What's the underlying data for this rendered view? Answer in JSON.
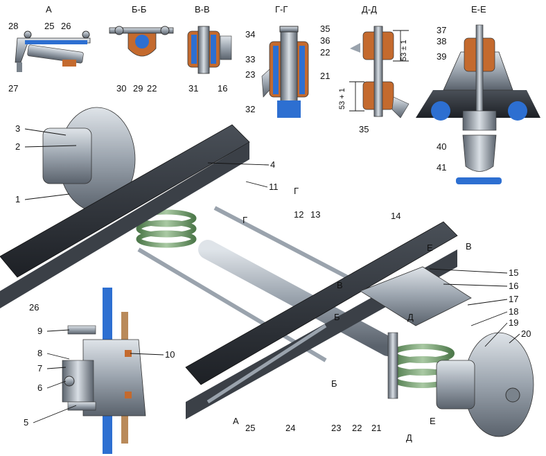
{
  "sections": [
    "А",
    "Б-Б",
    "В-В",
    "Г-Г",
    "Д-Д",
    "Е-Е"
  ],
  "section_numbers": {
    "A": [
      "28",
      "25",
      "26",
      "27"
    ],
    "BB": [
      "30",
      "29",
      "22"
    ],
    "VV": [
      "31",
      "16"
    ],
    "GG": [
      "34",
      "33",
      "23",
      "32"
    ],
    "DD": [
      "35",
      "36",
      "22",
      "21",
      "35"
    ],
    "EE": [
      "37",
      "38",
      "39",
      "40",
      "41"
    ]
  },
  "dimensions": [
    "53 ± 1",
    "53 + 1"
  ],
  "main_numbers": [
    "1",
    "2",
    "3",
    "4",
    "11",
    "12",
    "13",
    "14",
    "15",
    "16",
    "17",
    "18",
    "19",
    "20",
    "21",
    "22",
    "23",
    "24",
    "25",
    "26"
  ],
  "hub_numbers": [
    "5",
    "6",
    "7",
    "8",
    "9",
    "10"
  ],
  "cut_markers": [
    "Г",
    "Г",
    "В",
    "Б",
    "Д",
    "Б",
    "А",
    "Д",
    "Е",
    "Е",
    "В"
  ],
  "colors": {
    "steel": "#9aa3ad",
    "steel_dark": "#4e5660",
    "steel_light": "#cfd6dd",
    "frame": "#2b2f35",
    "rubber": "#c46a2e",
    "blue_part": "#2d6fd1",
    "spring": "#7fa37a"
  }
}
